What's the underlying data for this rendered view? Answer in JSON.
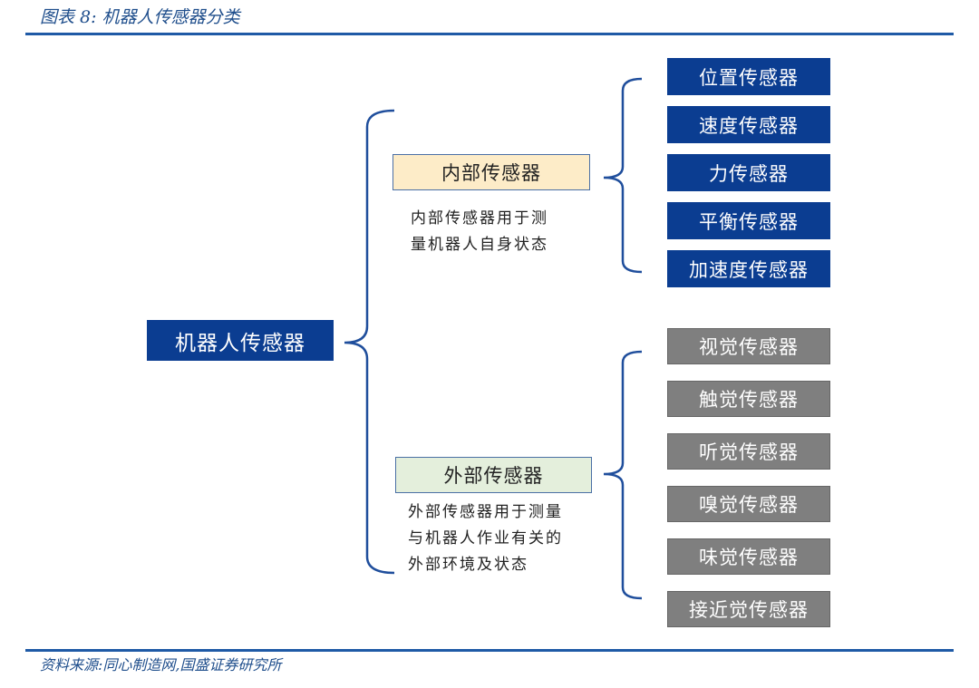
{
  "header": {
    "title": "图表 8:  机器人传感器分类"
  },
  "diagram": {
    "root": "机器人传感器",
    "internal": {
      "label": "内部传感器",
      "description_lines": [
        "内部传感器用于测",
        "量机器人自身状态"
      ],
      "items": [
        "位置传感器",
        "速度传感器",
        "力传感器",
        "平衡传感器",
        "加速度传感器"
      ]
    },
    "external": {
      "label": "外部传感器",
      "description_lines": [
        "外部传感器用于测量",
        "与机器人作业有关的",
        "外部环境及状态"
      ],
      "items": [
        "视觉传感器",
        "触觉传感器",
        "听觉传感器",
        "嗅觉传感器",
        "味觉传感器",
        "接近觉传感器"
      ]
    }
  },
  "footer": {
    "source": "资料来源:同心制造网,国盛证券研究所"
  },
  "colors": {
    "navy": "#0b3d91",
    "gray": "#7f7f7f",
    "internal_fill": "#fdecc8",
    "external_fill": "#e4efdc"
  }
}
